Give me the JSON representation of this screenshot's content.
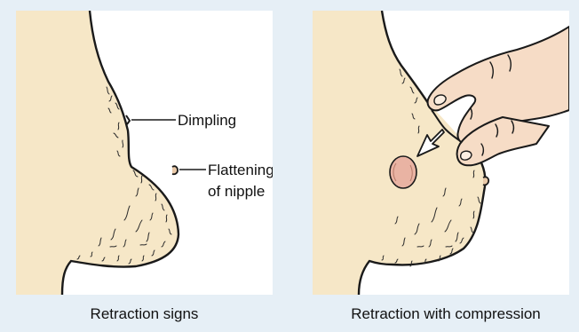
{
  "background_color": "#e6eff6",
  "skin_color": "#f6e7c7",
  "outline_color": "#1a1a1a",
  "lump_color": "#e9b3a3",
  "left_panel": {
    "caption": "Retraction signs",
    "labels": {
      "dimpling": "Dimpling",
      "flattening_line1": "Flattening",
      "flattening_line2": "of nipple"
    }
  },
  "right_panel": {
    "caption": "Retraction with compression"
  }
}
